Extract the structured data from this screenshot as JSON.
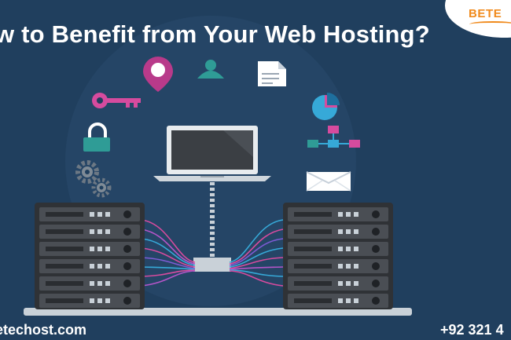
{
  "banner": {
    "title": "w to Benefit from Your Web Hosting?",
    "brand": "BETE",
    "website": "etechost.com",
    "phone": "+92 321 4"
  },
  "icons": [
    "location-pin-icon",
    "user-icon",
    "document-icon",
    "key-icon",
    "pie-chart-icon",
    "padlock-icon",
    "network-hierarchy-icon",
    "gears-icon",
    "envelope-icon",
    "laptop-icon",
    "server-rack-icon"
  ],
  "colors": {
    "background": "#203f5e",
    "accent_magenta": "#d64b9e",
    "accent_teal": "#2f9c96",
    "accent_cyan": "#36a9d8",
    "brand_orange": "#f08a1c",
    "server_dark": "#3a3d42"
  }
}
